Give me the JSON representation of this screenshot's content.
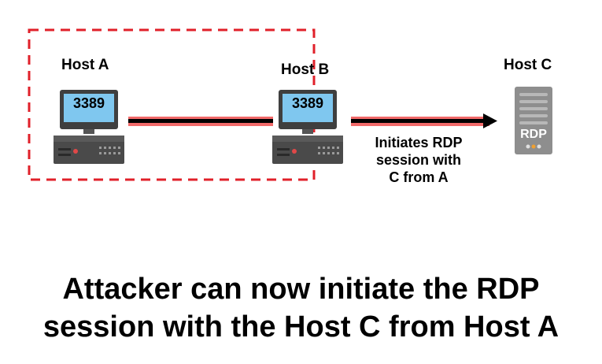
{
  "hosts": [
    {
      "name": "Host A",
      "port": "3389"
    },
    {
      "name": "Host B",
      "port": "3389"
    },
    {
      "name": "Host C",
      "badge": "RDP"
    }
  ],
  "arrow_label": [
    "Initiates RDP",
    "session with",
    "C from A"
  ],
  "caption": [
    "Attacker can now initiate the RDP",
    "session with the Host C from Host A"
  ],
  "colors": {
    "dashed_box": "#e0202a",
    "connector_glow": "#f26a6a",
    "screen": "#7fc7ef",
    "server": "#8e8e8e"
  }
}
